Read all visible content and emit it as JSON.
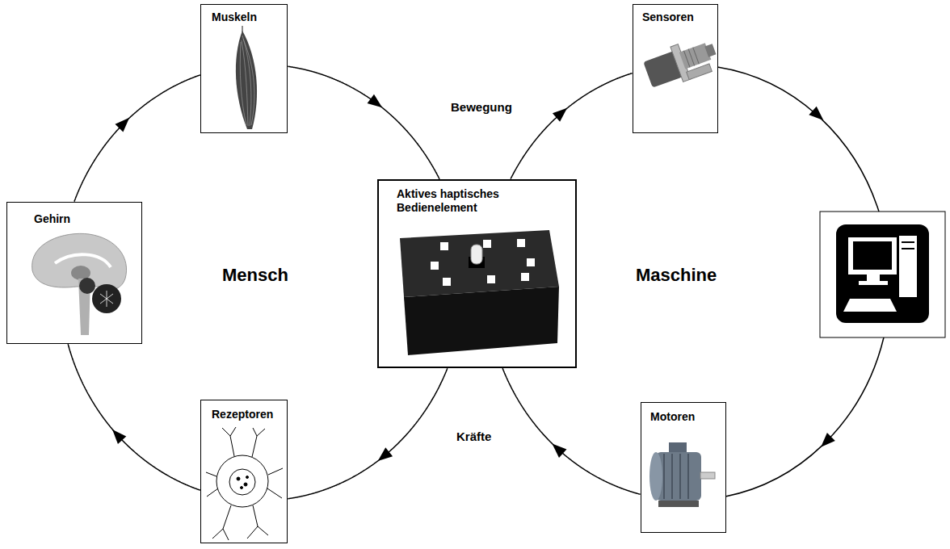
{
  "diagram": {
    "nodes": [
      {
        "text": [
          "Muskeln"
        ]
      },
      {
        "text": [
          "Sensoren"
        ]
      },
      {
        "text": [
          "Gehirn"
        ]
      },
      {
        "text": [
          "Aktives haptisches Bedienelement"
        ]
      },
      {
        "text": [
          "Rezeptoren"
        ]
      },
      {
        "text": [
          "Motoren"
        ]
      }
    ],
    "edges": [
      {
        "from": 2,
        "to": 0,
        "arrow": "to"
      },
      {
        "from": 0,
        "to": 3,
        "arrow": "to"
      },
      {
        "from": 3,
        "to": 1,
        "arrow": "to"
      },
      {
        "from": 5,
        "to": 3,
        "arrow": "to"
      },
      {
        "from": 3,
        "to": 4,
        "arrow": "to"
      },
      {
        "from": 4,
        "to": 2,
        "arrow": "to"
      }
    ],
    "labels": [
      "Bewegung",
      "Kräfte",
      "Mensch",
      "Maschine"
    ]
  }
}
